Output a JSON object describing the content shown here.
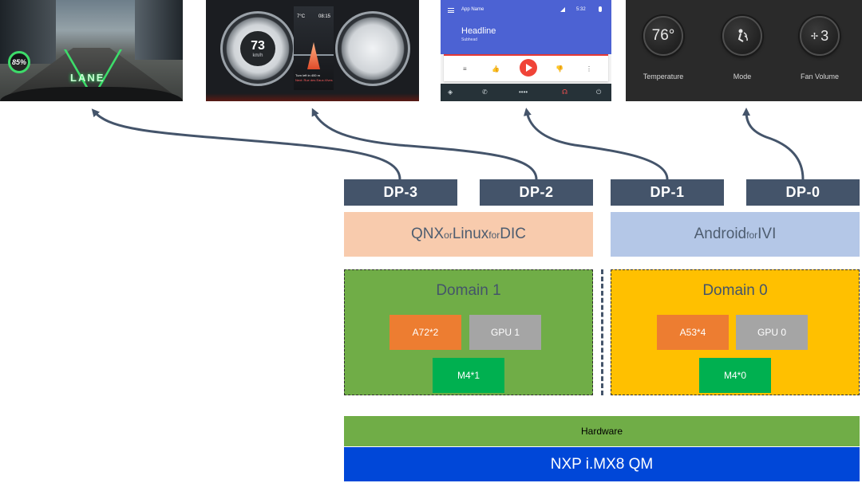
{
  "screens": {
    "hud": {
      "lane_text": "LANE",
      "battery": "85%"
    },
    "cluster": {
      "speed": "73",
      "unit": "km/h",
      "temp": "7°C",
      "time": "08:15",
      "nav_line1": "Turn left in 400 m",
      "nav_line2": "Next: Rue des Eaux-Vives"
    },
    "android": {
      "app_name": "App Name",
      "clock": "5:32",
      "headline": "Headline",
      "subhead": "Subhead",
      "controls": [
        "≡",
        "👍",
        "👎",
        "⋮"
      ],
      "nav_icons": [
        "◈",
        "✆",
        "••••",
        "☊",
        "⏻"
      ]
    },
    "hvac": {
      "temp_value": "76°",
      "fan_value": "3",
      "labels": [
        "Temperature",
        "Mode",
        "Fan Volume"
      ]
    }
  },
  "display_ports": [
    "DP-3",
    "DP-2",
    "DP-1",
    "DP-0"
  ],
  "os": {
    "dic": {
      "qnx": "QNX",
      "or": "or",
      "linux": "Linux",
      "for": "for",
      "dic": "DIC"
    },
    "ivi": {
      "android": "Android",
      "for": "for",
      "ivi": "IVI"
    }
  },
  "domains": {
    "domain1": {
      "title": "Domain 1",
      "cpu": "A72*2",
      "gpu": "GPU 1",
      "mcu": "M4*1"
    },
    "domain0": {
      "title": "Domain 0",
      "cpu": "A53*4",
      "gpu": "GPU 0",
      "mcu": "M4*0"
    }
  },
  "hardware": "Hardware",
  "soc": "NXP i.MX8 QM",
  "colors": {
    "dp_label": "#44546a",
    "dic_os": "#f8cbad",
    "ivi_os": "#b4c7e7",
    "domain1": "#70ad47",
    "domain0": "#ffc000",
    "cpu_chip": "#ed7d31",
    "gpu_chip": "#a5a5a5",
    "mcu_chip": "#00b050",
    "soc": "#0047d8"
  }
}
